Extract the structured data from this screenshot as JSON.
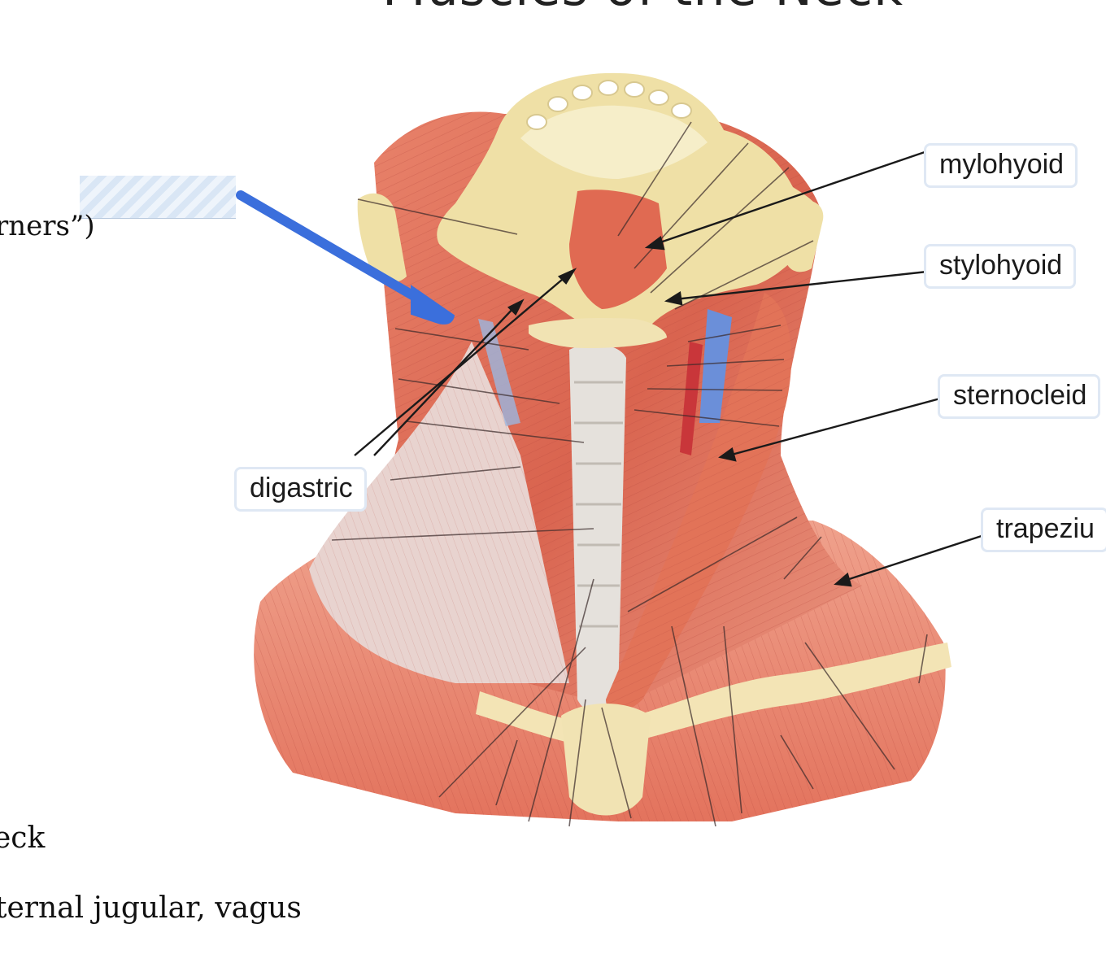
{
  "page": {
    "title": "Muscles of the Neck",
    "side_text": [
      "rners”)",
      "eck",
      "ternal jugular, vagus"
    ]
  },
  "labels": {
    "mylohyoid": "mylohyoid",
    "stylohyoid": "stylohyoid",
    "sternocleidomastoid": "sternocleid",
    "trapezius": "trapeziu",
    "digastric": "digastric"
  },
  "annotation": {
    "arrow_color": "#3b6fdc"
  }
}
